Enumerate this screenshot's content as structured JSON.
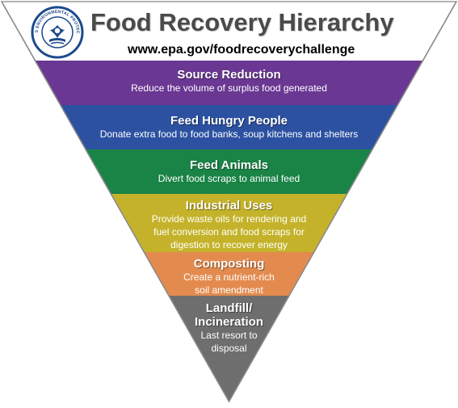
{
  "header": {
    "title": "Food Recovery Hierarchy",
    "url": "www.epa.gov/foodrecoverychallenge",
    "seal_text": "UNITED STATES ENVIRONMENTAL PROTECTION AGENCY",
    "seal_color": "#1c4a8c"
  },
  "tiers": [
    {
      "title": "Source Reduction",
      "desc": [
        "Reduce the volume of surplus food generated"
      ],
      "color": "#6a3792"
    },
    {
      "title": "Feed Hungry People",
      "desc": [
        "Donate extra food to food banks, soup kitchens and shelters"
      ],
      "color": "#2c51a1"
    },
    {
      "title": "Feed Animals",
      "desc": [
        "Divert food scraps to animal feed"
      ],
      "color": "#1a8346"
    },
    {
      "title": "Industrial Uses",
      "desc": [
        "Provide waste oils for rendering and",
        "fuel conversion and food scraps for",
        "digestion to recover energy"
      ],
      "color": "#c4b32a"
    },
    {
      "title": "Composting",
      "desc": [
        "Create a nutrient-rich",
        "soil amendment"
      ],
      "color": "#e38b4f"
    },
    {
      "title_lines": [
        "Landfill/",
        "Incineration"
      ],
      "desc": [
        "Last resort to",
        "disposal"
      ],
      "color": "#6e6e6e"
    }
  ]
}
